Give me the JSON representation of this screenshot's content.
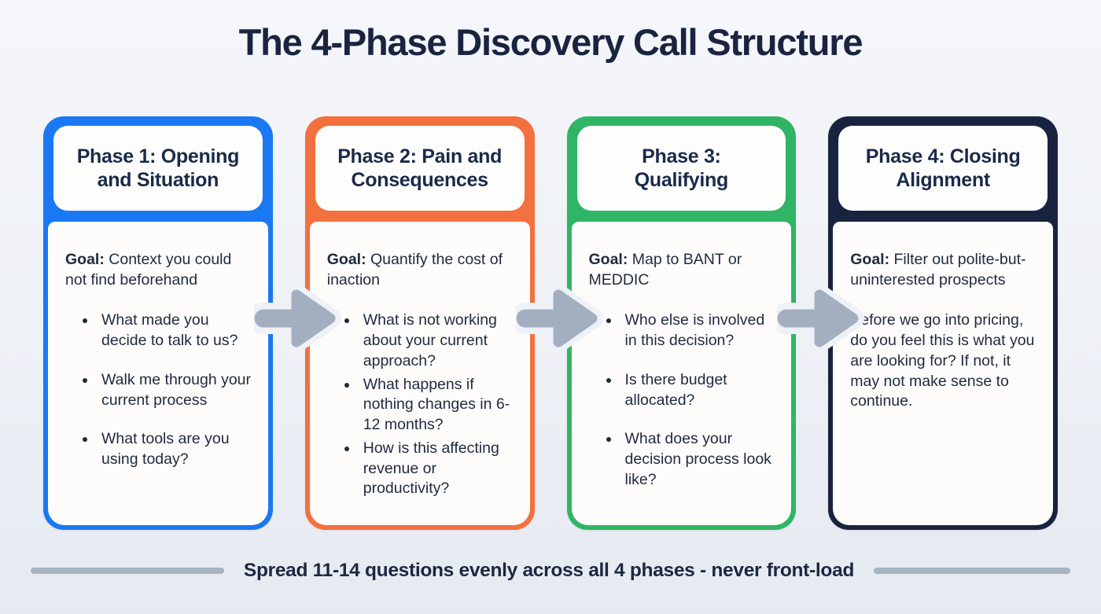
{
  "title": "The 4-Phase Discovery Call Structure",
  "colors": {
    "blue": "#1a79f2",
    "orange": "#f3703f",
    "green": "#2fb565",
    "navy": "#18243f",
    "arrow": "#a3afc1",
    "divider": "#a9b4c3",
    "title_text": "#1a2440",
    "body_text": "#1f2a40",
    "background": "#eef1f6"
  },
  "phases": [
    {
      "title": "Phase 1: Opening\nand Situation",
      "color": "#1a79f2",
      "goal_label": "Goal:",
      "goal": "Context you could not find beforehand",
      "bullets": [
        "What made you decide to talk to us?",
        "Walk me through your current process",
        "What tools are you using today?"
      ]
    },
    {
      "title": "Phase 2: Pain and\nConsequences",
      "color": "#f3703f",
      "goal_label": "Goal:",
      "goal": "Quantify the cost of inaction",
      "bullets": [
        "What is not working about your current approach?",
        "What happens if nothing changes in 6-12 months?",
        "How is this affecting revenue or productivity?"
      ]
    },
    {
      "title": "Phase 3:\nQualifying",
      "color": "#2fb565",
      "goal_label": "Goal:",
      "goal": "Map to BANT or MEDDIC",
      "bullets": [
        "Who else is involved in this decision?",
        "Is there budget allocated?",
        "What does your decision process look like?"
      ]
    },
    {
      "title": "Phase 4: Closing\nAlignment",
      "color": "#18243f",
      "goal_label": "Goal:",
      "goal": "Filter out polite-but-uninterested prospects",
      "paragraph": "Before we go into pricing, do you feel this is what you are looking for? If not, it may not make sense to continue."
    }
  ],
  "footer": {
    "note": "Spread 11-14 questions evenly across all 4 phases - never front-load"
  }
}
